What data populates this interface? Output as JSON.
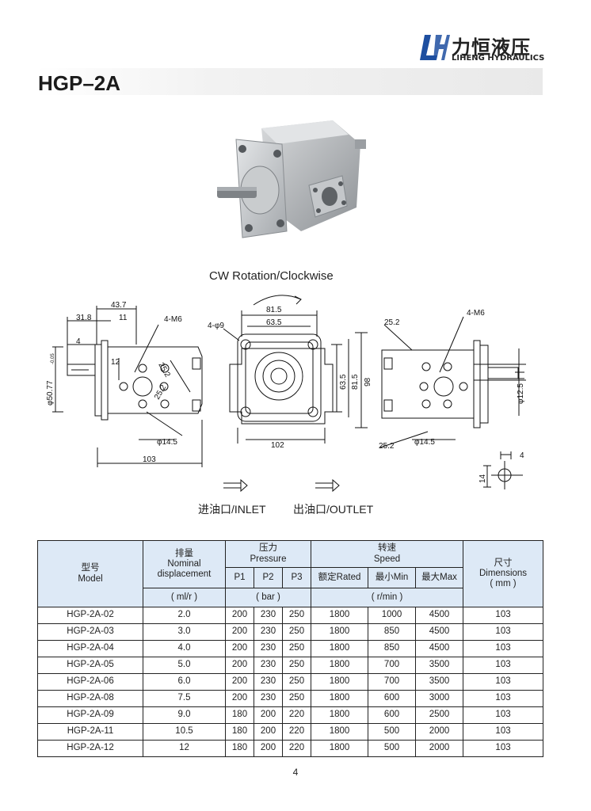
{
  "brand": {
    "logo_letters": "LH",
    "name_cn": "力恒液压",
    "name_en": "LIHENG HYDRAULICS"
  },
  "title": "HGP–2A",
  "rotation_label": "CW Rotation/Clockwise",
  "dimensions": {
    "left_view": [
      "43.7",
      "31.8",
      "11",
      "4",
      "12",
      "4-M6",
      "25.2",
      "25.2",
      "φ50.77",
      "-0.05",
      "φ14.5",
      "103"
    ],
    "center_view": [
      "81.5",
      "63.5",
      "4-φ9",
      "63.5",
      "81.5",
      "98",
      "102"
    ],
    "right_view": [
      "25.2",
      "4-M6",
      "25.2",
      "φ14.5",
      "φ12.5"
    ],
    "key_detail": [
      "4",
      "14"
    ]
  },
  "ports": {
    "inlet": "进油口/INLET",
    "outlet": "出油口/OUTLET"
  },
  "table": {
    "headers": {
      "model_cn": "型号",
      "model_en": "Model",
      "disp_cn": "排量",
      "disp_en": "Nominal displacement",
      "disp_unit": "( ml/r )",
      "pressure_cn": "压力",
      "pressure_en": "Pressure",
      "p1": "P1",
      "p2": "P2",
      "p3": "P3",
      "pressure_unit": "( bar )",
      "speed_cn": "转速",
      "speed_en": "Speed",
      "rated": "额定Rated",
      "min": "最小Min",
      "max": "最大Max",
      "speed_unit": "( r/min )",
      "dim_cn": "尺寸",
      "dim_en": "Dimensions",
      "dim_unit": "( mm )"
    },
    "rows": [
      [
        "HGP-2A-02",
        "2.0",
        "200",
        "230",
        "250",
        "1800",
        "1000",
        "4500",
        "103"
      ],
      [
        "HGP-2A-03",
        "3.0",
        "200",
        "230",
        "250",
        "1800",
        "850",
        "4500",
        "103"
      ],
      [
        "HGP-2A-04",
        "4.0",
        "200",
        "230",
        "250",
        "1800",
        "850",
        "4500",
        "103"
      ],
      [
        "HGP-2A-05",
        "5.0",
        "200",
        "230",
        "250",
        "1800",
        "700",
        "3500",
        "103"
      ],
      [
        "HGP-2A-06",
        "6.0",
        "200",
        "230",
        "250",
        "1800",
        "700",
        "3500",
        "103"
      ],
      [
        "HGP-2A-08",
        "7.5",
        "200",
        "230",
        "250",
        "1800",
        "600",
        "3000",
        "103"
      ],
      [
        "HGP-2A-09",
        "9.0",
        "180",
        "200",
        "220",
        "1800",
        "600",
        "2500",
        "103"
      ],
      [
        "HGP-2A-11",
        "10.5",
        "180",
        "200",
        "220",
        "1800",
        "500",
        "2000",
        "103"
      ],
      [
        "HGP-2A-12",
        "12",
        "180",
        "200",
        "220",
        "1800",
        "500",
        "2000",
        "103"
      ]
    ]
  },
  "page_number": "4",
  "colors": {
    "table_header_bg": "#dde9f6",
    "logo_blue": "#1e4fa0",
    "pump_body": "#b9bcbf"
  }
}
